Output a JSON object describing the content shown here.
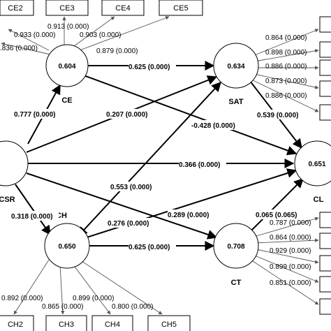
{
  "constructs": {
    "csr": {
      "name": "CSR",
      "r2": ""
    },
    "ce": {
      "name": "CE",
      "r2": "0.604"
    },
    "sat": {
      "name": "SAT",
      "r2": "0.634"
    },
    "cl": {
      "name": "CL",
      "r2": "0.651"
    },
    "ch": {
      "name": "CH",
      "r2": "0.650"
    },
    "ct": {
      "name": "CT",
      "r2": "0.708"
    }
  },
  "indicators": {
    "ce": [
      "CE2",
      "CE3",
      "CE4",
      "CE5"
    ],
    "ch": [
      "CH2",
      "CH3",
      "CH4",
      "CH5"
    ]
  },
  "loadings": {
    "ce_left": [
      "0.933 (0.000)",
      ".836 (0.000)"
    ],
    "ce_top": [
      "0.913 (0.000)",
      "0.903 (0.000)",
      "0.879 (0.000)"
    ],
    "sat": [
      "0.864 (0.000)",
      "0.898 (0.000)",
      "0.886 (0.000)",
      "0.873 (0.000)",
      "0.886 (0.000)"
    ],
    "ct": [
      "0.787 (0.000)",
      "0.864 (0.000)",
      "0.929 (0.000)",
      "0.899 (0.000)",
      "0.851 (0.000)"
    ],
    "ch": [
      "0.892 (0.000)",
      "0.865 (0.000)",
      "0.899 (0.000)",
      "0.800 (0.000)"
    ]
  },
  "paths": {
    "csr_ce": "0.777 (0.000)",
    "ce_sat": "0.625 (0.000)",
    "csr_sat": "0.207 (0.000)",
    "ce_cl": "-0.428 (0.000)",
    "sat_cl": "0.539 (0.000)",
    "csr_cl": "0.366 (0.000)",
    "sat_ch": "0.553 (0.000)",
    "csr_ct": "0.276 (0.000)",
    "ch_cl": "0.289 (0.000)",
    "csr_ch": "0.318 (0.000)",
    "ch_ct": "0.625 (0.000)",
    "ct_cl": "0.065 (0.065)"
  }
}
